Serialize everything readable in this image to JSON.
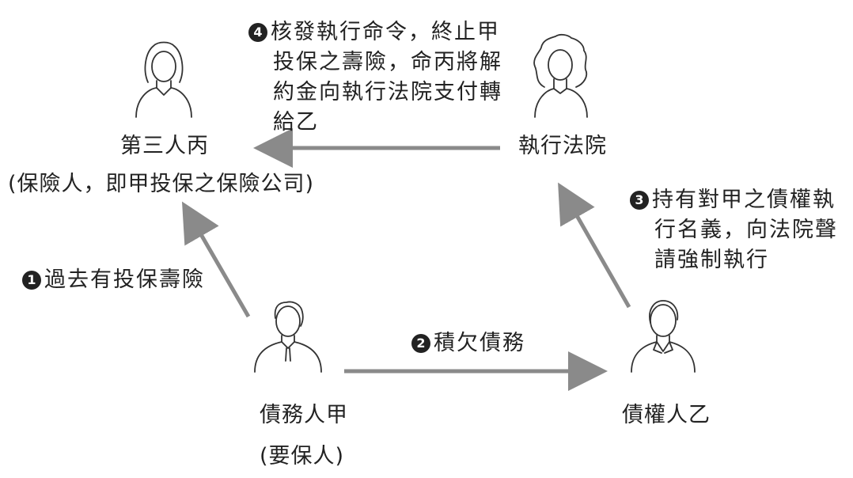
{
  "colors": {
    "arrow": "#8a8a8a",
    "ink": "#222222",
    "badge_bg": "#222222",
    "badge_fg": "#ffffff"
  },
  "nodes": {
    "third_party": {
      "name": "第三人丙",
      "note": "(保險人，即甲投保之保險公司)",
      "icon": "woman-icon"
    },
    "court": {
      "name": "執行法院",
      "icon": "curly-hair-woman-icon"
    },
    "debtor": {
      "name": "債務人甲",
      "note": "(要保人)",
      "icon": "man-with-tie-icon"
    },
    "creditor": {
      "name": "債權人乙",
      "icon": "man-with-collar-icon"
    }
  },
  "steps": {
    "s1": {
      "num": "1",
      "lines": [
        "過去有投保壽險"
      ]
    },
    "s2": {
      "num": "2",
      "lines": [
        "積欠債務"
      ]
    },
    "s3": {
      "num": "3",
      "lines": [
        "持有對甲之債權執",
        "行名義，向法院聲",
        "請強制執行"
      ]
    },
    "s4": {
      "num": "4",
      "lines": [
        "核發執行命令，終止甲",
        "投保之壽險，命丙將解",
        "約金向執行法院支付轉",
        "給乙"
      ]
    }
  }
}
